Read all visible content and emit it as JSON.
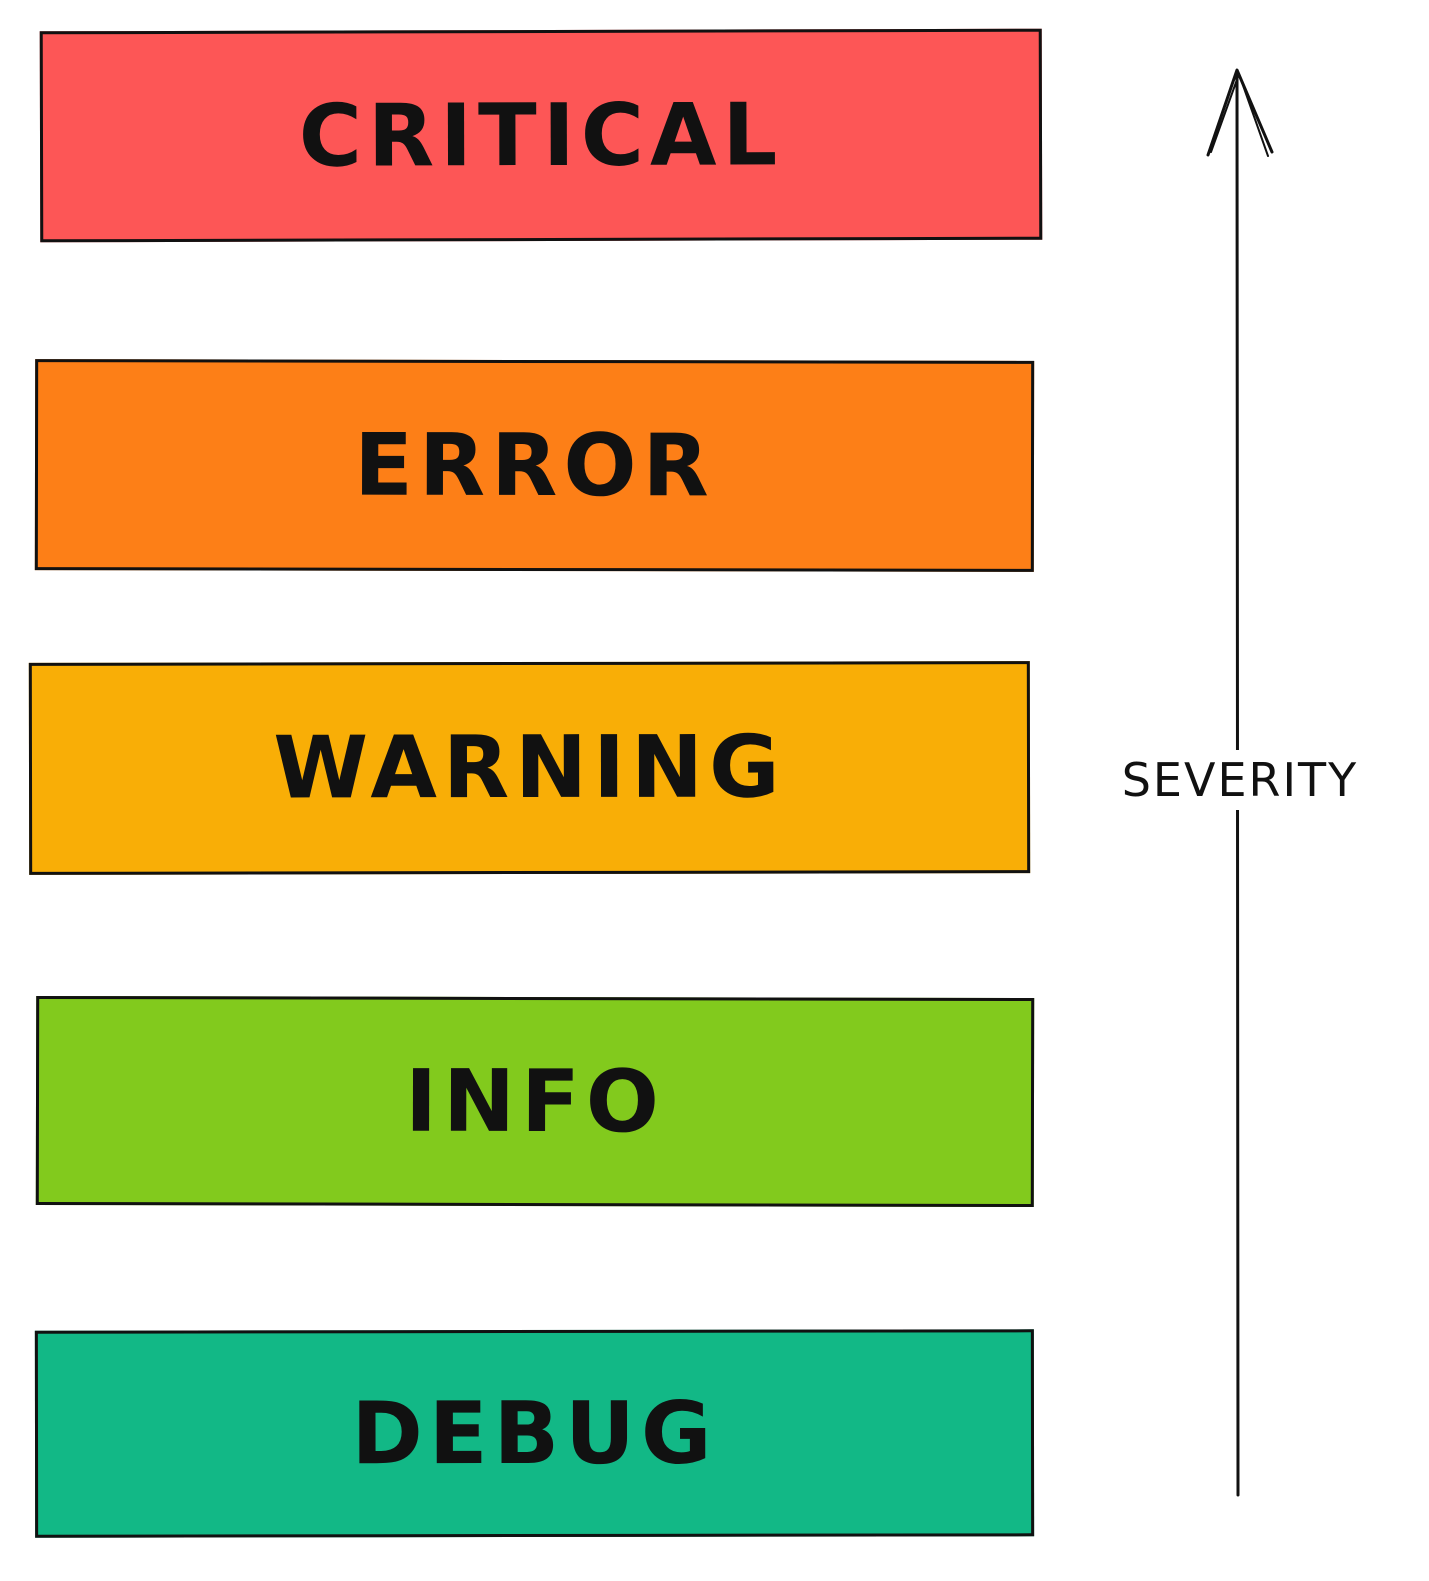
{
  "levels": [
    {
      "label": "CRITICAL",
      "color": "#fd5656"
    },
    {
      "label": "ERROR",
      "color": "#fd7f17"
    },
    {
      "label": "WARNING",
      "color": "#f9ae06"
    },
    {
      "label": "INFO",
      "color": "#82ca1d"
    },
    {
      "label": "DEBUG",
      "color": "#12b886"
    }
  ],
  "axis": {
    "label": "SEVERITY",
    "direction": "up",
    "line_color": "#111111"
  }
}
